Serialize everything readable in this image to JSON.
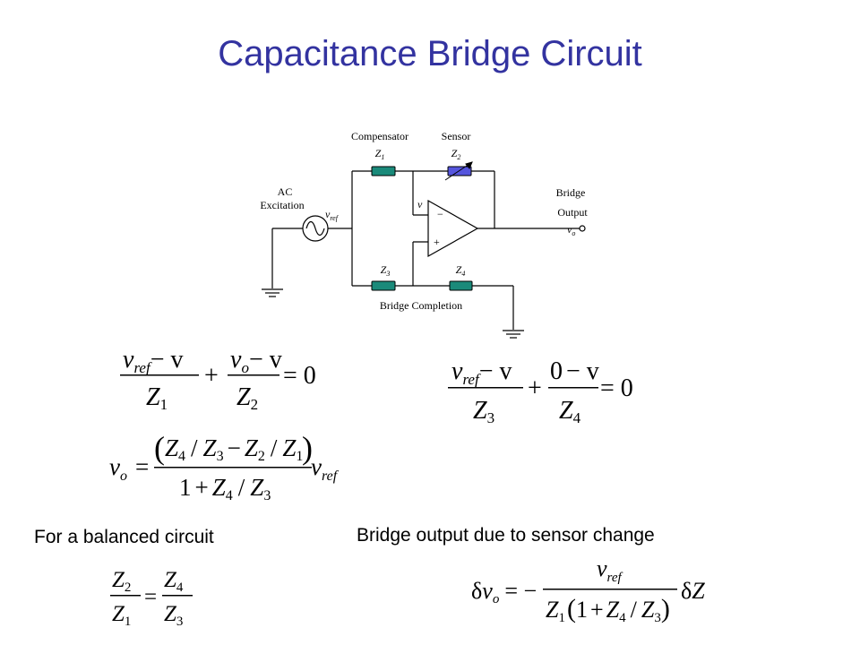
{
  "slide": {
    "title": "Capacitance Bridge Circuit"
  },
  "circuit": {
    "compensator_label": "Compensator",
    "sensor_label": "Sensor",
    "ac_label": "AC",
    "excitation_label": "Excitation",
    "bridge_label": "Bridge",
    "output_label": "Output",
    "bridge_completion_label": "Bridge Completion",
    "z1": {
      "base": "Z",
      "sub": "1"
    },
    "z2": {
      "base": "Z",
      "sub": "2"
    },
    "z3": {
      "base": "Z",
      "sub": "3"
    },
    "z4": {
      "base": "Z",
      "sub": "4"
    },
    "vref": {
      "base": "v",
      "sub": "ref"
    },
    "vo": {
      "base": "v",
      "sub": "o"
    },
    "v": "v",
    "minus": "−",
    "plus": "+",
    "colors": {
      "compensator": "#1a8a7a",
      "sensor": "#5555dd",
      "completion": "#1a8a7a"
    }
  },
  "equations": {
    "eq1": {
      "num1": "− v",
      "num2": "− v",
      "eq": "= 0",
      "plus": "+"
    },
    "eq2": {
      "num1": "− v",
      "num2a": "0",
      "num2b": "− v",
      "eq": "= 0",
      "plus": "+"
    },
    "eq3": {
      "eq": "=",
      "div": "/"
    },
    "balanced_caption": "For a balanced circuit",
    "sensor_change_caption": "Bridge output due to sensor change",
    "eq4": {
      "eq": "="
    },
    "eq5": {
      "eq": "= −",
      "delta": "δ",
      "one": "1",
      "plus": "+",
      "div": "/",
      "dz": "δZ"
    }
  }
}
